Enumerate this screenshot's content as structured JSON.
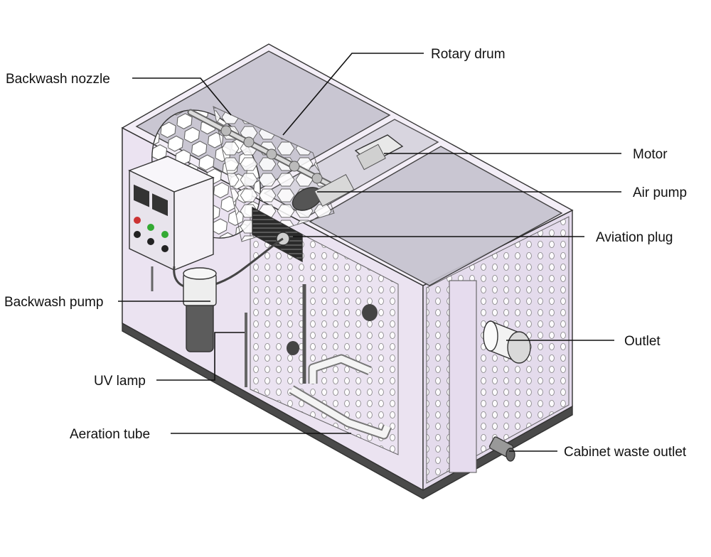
{
  "labels": {
    "backwash_nozzle": "Backwash nozzle",
    "rotary_drum": "Rotary drum",
    "motor": "Motor",
    "air_pump": "Air pump",
    "aviation_plug": "Aviation plug",
    "backwash_pump": "Backwash pump",
    "outlet": "Outlet",
    "uv_lamp": "UV lamp",
    "aeration_tube": "Aeration tube",
    "cabinet_waste_outlet": "Cabinet waste outlet"
  },
  "colors": {
    "tank_fill": "#ece4f3",
    "tank_edge": "#333333",
    "lid_fill": "#c9c5d3",
    "pipe": "#f4f4f4"
  }
}
